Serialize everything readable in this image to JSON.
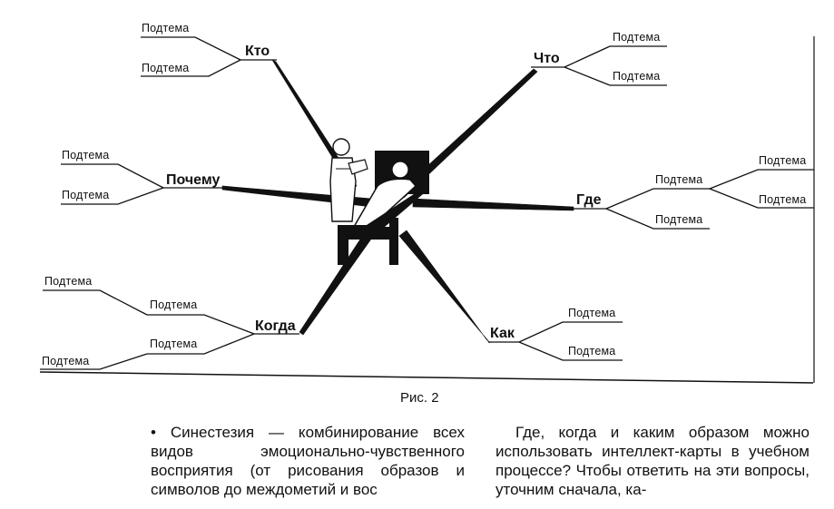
{
  "branches": [
    {
      "id": "kto",
      "label": "Кто",
      "subs": [
        "Подтема",
        "Подтема"
      ]
    },
    {
      "id": "chto",
      "label": "Что",
      "subs": [
        "Подтема",
        "Подтема"
      ]
    },
    {
      "id": "pochemu",
      "label": "Почему",
      "subs": [
        "Подтема",
        "Подтема"
      ]
    },
    {
      "id": "gde",
      "label": "Где",
      "subs": [
        "Подтема",
        "Подтема",
        "Подтема",
        "Подтема"
      ]
    },
    {
      "id": "kogda",
      "label": "Когда",
      "subs": [
        "Подтема",
        "Подтема",
        "Подтема",
        "Подтема"
      ]
    },
    {
      "id": "kak",
      "label": "Как",
      "subs": [
        "Подтема",
        "Подтема"
      ]
    }
  ],
  "caption": "Рис. 2",
  "left_column": "• Синестезия — комбинирование всех видов эмоционально-чувствен­ного восприятия (от рисования обра­зов и символов до междометий и вос­",
  "right_column": "Где, когда и каким образом мож­но использовать интеллект-карты в учебном процессе? Чтобы ответить на эти вопросы, уточним сначала, ка-"
}
